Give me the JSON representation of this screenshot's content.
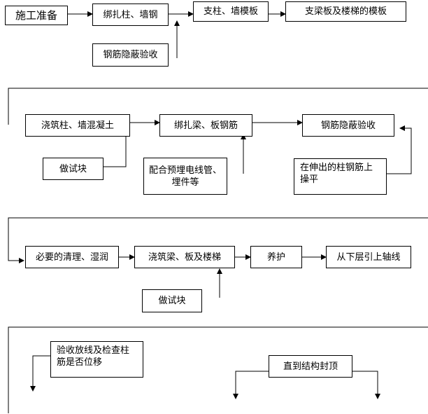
{
  "row1": {
    "step1": "施工准备",
    "step2": "绑扎柱、墙钢",
    "step3": "支柱、墙模板",
    "step4": "支梁板及楼梯的模板",
    "inspect": "钢筋隐蔽验收"
  },
  "row2": {
    "step1": "浇筑柱、墙混凝土",
    "step2": "绑扎梁、板钢筋",
    "step3": "钢筋隐蔽验收",
    "sample": "做试块",
    "embed": "配合预埋电线管、埋件等",
    "level": "在伸出的柱钢筋上操平"
  },
  "row3": {
    "step1": "必要的清理、湿润",
    "step2": "浇筑梁、板及楼梯",
    "step3": "养护",
    "step4": "从下层引上轴线",
    "sample": "做试块"
  },
  "row4": {
    "check": "验收放线及检查柱筋是否位移",
    "until_top": "直到结构封顶"
  }
}
